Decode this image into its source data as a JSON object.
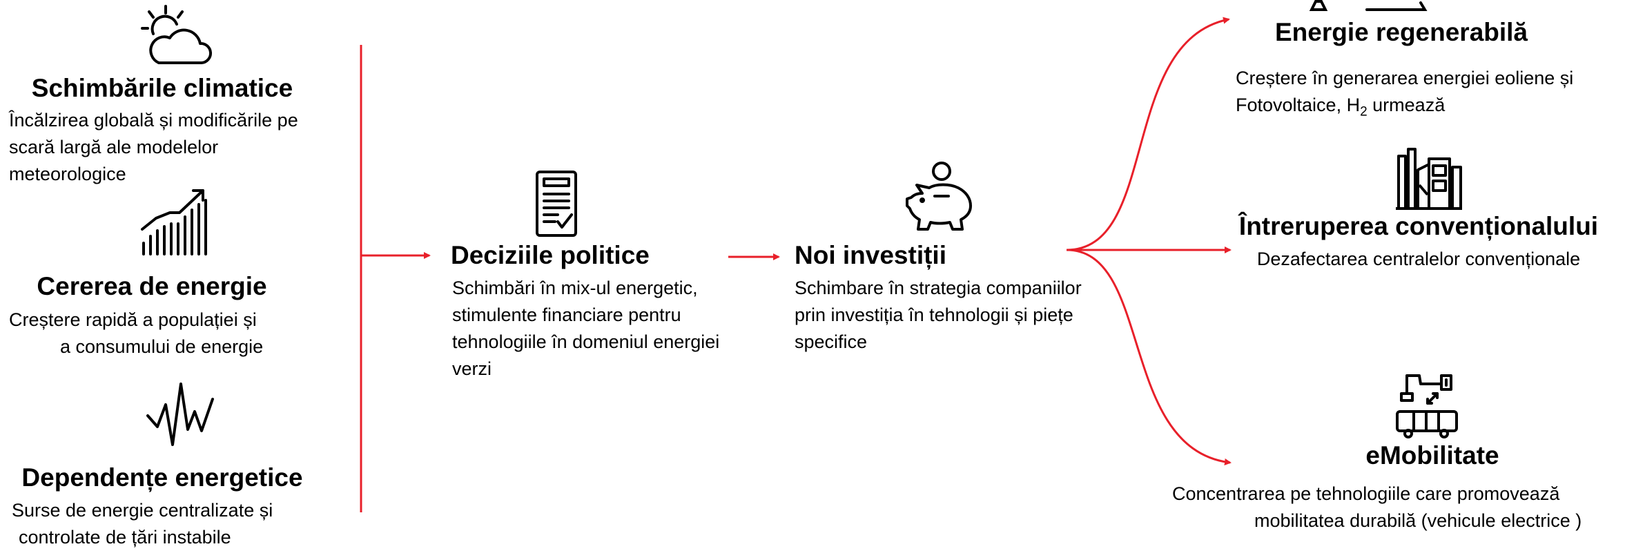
{
  "colors": {
    "accent": "#e8202a",
    "ink": "#000000"
  },
  "drivers": [
    {
      "icon": "sun-cloud-icon",
      "title": "Schimbările climatice",
      "desc_lines": [
        "Încălzirea globală și modificările pe",
        "scară largă ale modelelor",
        "meteorologice"
      ]
    },
    {
      "icon": "growth-chart-icon",
      "title": "Cererea de energie",
      "desc_lines": [
        "Creștere rapidă a populației și",
        "a consumului de energie"
      ]
    },
    {
      "icon": "waveform-icon",
      "title": "Dependențe energetice",
      "desc_lines": [
        "Surse de energie centralizate și",
        "controlate de țări instabile"
      ]
    }
  ],
  "policy": {
    "icon": "document-check-icon",
    "title": "Deciziile politice",
    "desc_lines": [
      "Schimbări în mix-ul energetic,",
      "stimulente financiare pentru",
      "tehnologiile în domeniul energiei",
      "verzi"
    ]
  },
  "investment": {
    "icon": "piggy-bank-icon",
    "title": "Noi investiții",
    "desc_lines": [
      "Schimbare în strategia companiilor",
      "prin investiția în tehnologii și piețe",
      "specifice"
    ]
  },
  "outcomes": [
    {
      "icon": "renewable-energy-icon",
      "title": "Energie regenerabilă",
      "desc_lines": [
        "Creștere în generarea energiei eoliene și"
      ],
      "desc_line2_prefix": "Fotovoltaice, H",
      "desc_line2_sub": "2",
      "desc_line2_suffix": " urmează"
    },
    {
      "icon": "power-plant-icon",
      "title": "Întreruperea convenționalului",
      "desc_lines": [
        "Dezafectarea centralelor convenționale"
      ]
    },
    {
      "icon": "charging-bus-icon",
      "title": "eMobilitate",
      "desc_lines": [
        "Concentrarea pe tehnologiile care promovează",
        "mobilitatea durabilă (vehicule electrice )"
      ]
    }
  ]
}
